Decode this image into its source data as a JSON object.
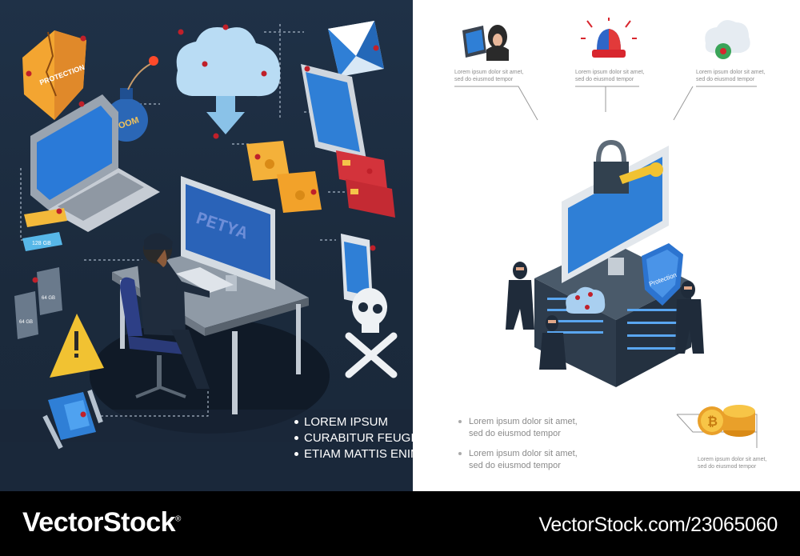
{
  "left_panel": {
    "bullets": [
      "LOREM IPSUM",
      "CURABITUR FEUGIAT",
      "ETIAM MATTIS ENIM QUIS"
    ],
    "illustration_labels": {
      "shield": "PROTECTION",
      "bomb": "BOOM",
      "screen": "PETYA",
      "usb": "128 GB",
      "sd_card_a": "64 GB",
      "sd_card_b": "64 GB"
    }
  },
  "right_panel": {
    "top_items": [
      {
        "icon": "hacker-at-computer-icon",
        "line1": "Lorem ipsum dolor sit amet,",
        "line2": "sed do eiusmod tempor"
      },
      {
        "icon": "alarm-siren-icon",
        "line1": "Lorem ipsum dolor sit amet,",
        "line2": "sed do eiusmod tempor"
      },
      {
        "icon": "infected-cloud-icon",
        "line1": "Lorem ipsum dolor sit amet,",
        "line2": "sed do eiusmod tempor"
      }
    ],
    "bottom_items": [
      {
        "line1": "Lorem ipsum dolor sit amet,",
        "line2": "sed do eiusmod tempor"
      },
      {
        "line1": "Lorem ipsum dolor sit amet,",
        "line2": "sed do eiusmod tempor"
      }
    ],
    "coins_caption": {
      "line1": "Lorem ipsum dolor sit amet,",
      "line2": "sed do eiusmod tempor"
    },
    "shield_label": "Protection"
  },
  "footer": {
    "brand": "VectorStock",
    "brand_mark": "®",
    "image_id": "VectorStock.com/23065060"
  },
  "colors": {
    "left_bg": "#1f3147",
    "accent_blue": "#2f7fd6",
    "bug_red": "#c0202a",
    "shield_orange": "#f3a531",
    "footer_bg": "#000000"
  }
}
